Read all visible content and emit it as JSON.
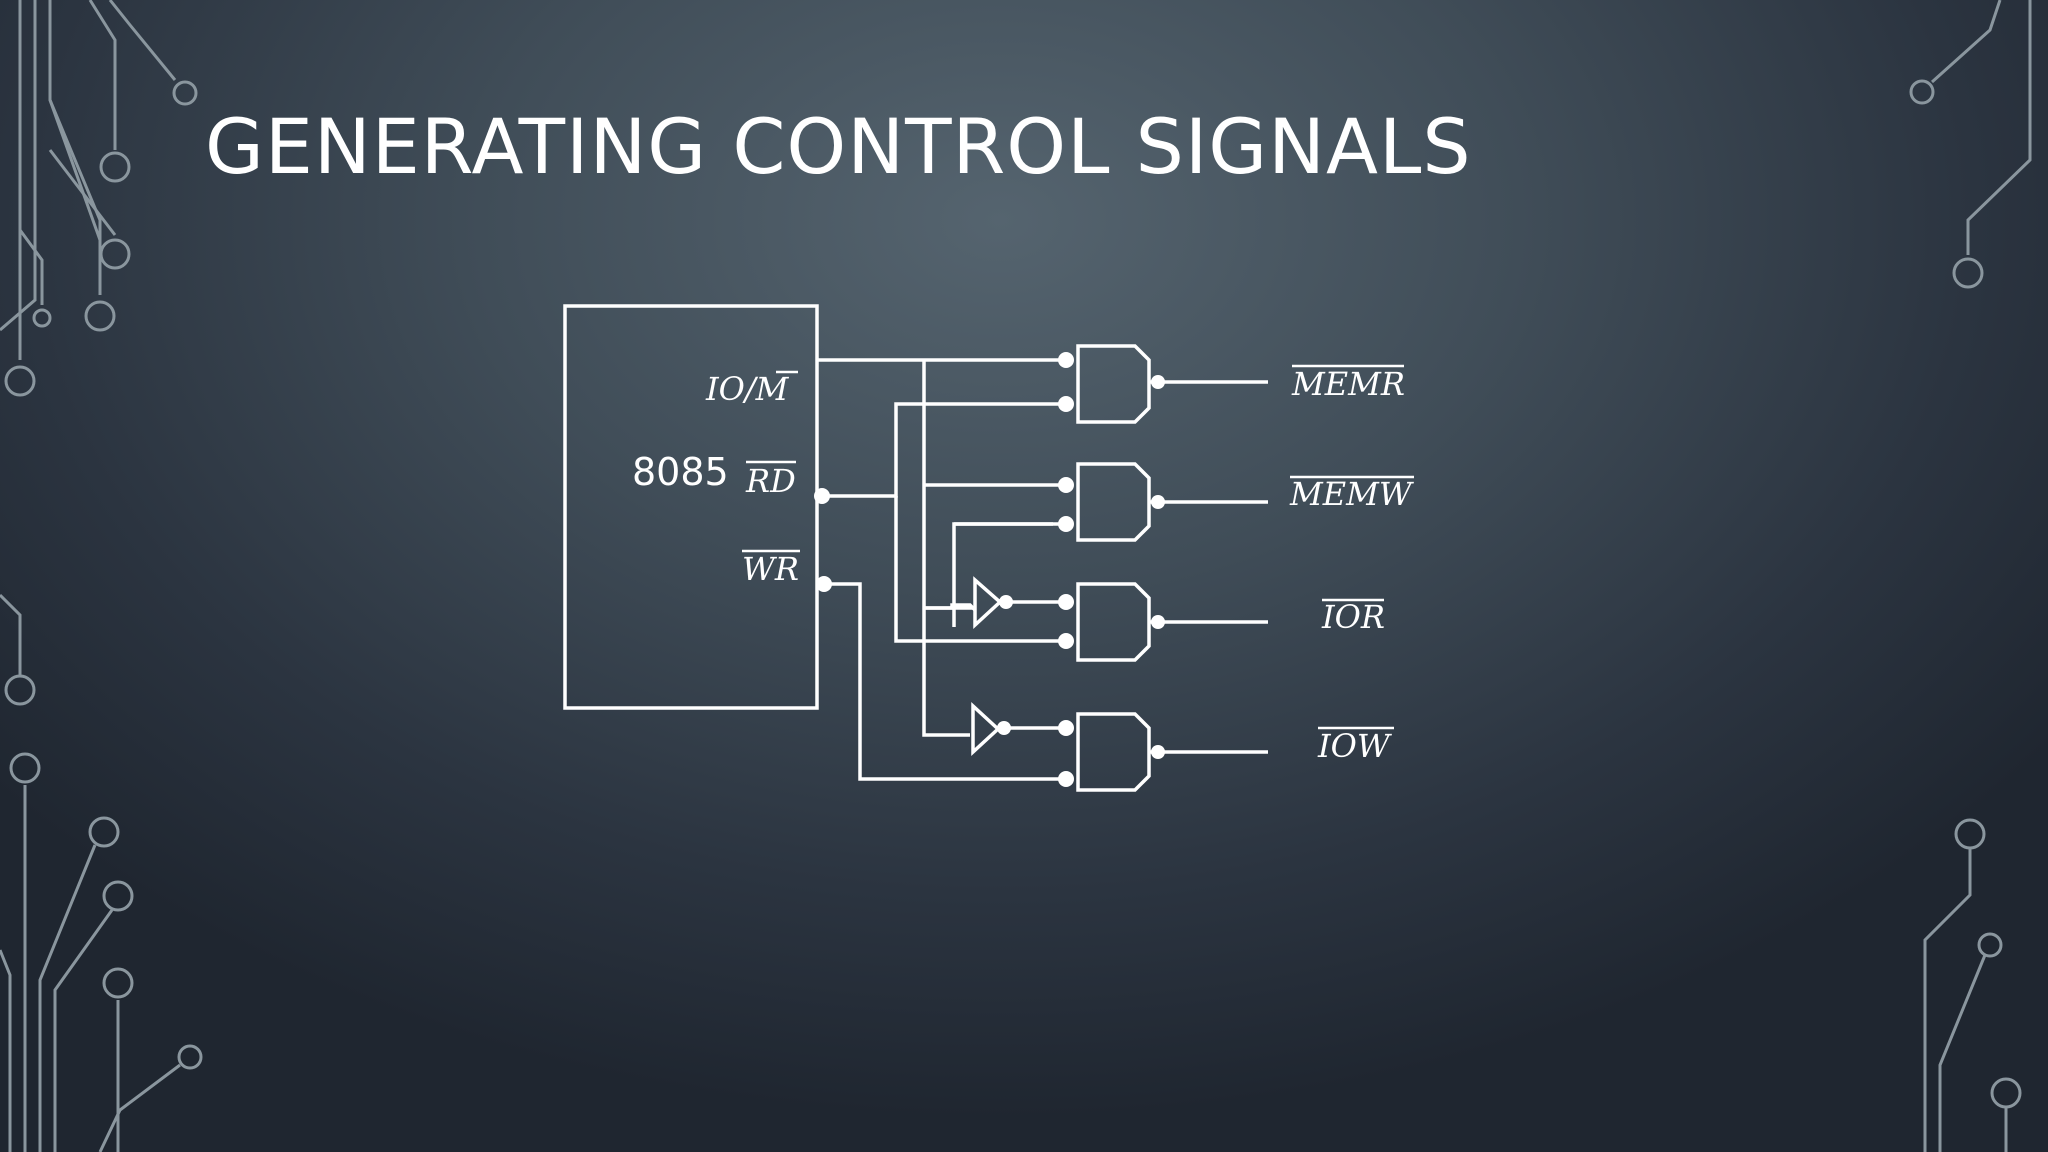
{
  "slide": {
    "title": "GENERATING CONTROL SIGNALS"
  },
  "diagram": {
    "processor_label": "8085",
    "inputs": [
      {
        "id": "io_m",
        "text": "IO/M",
        "bar": "M"
      },
      {
        "id": "rd",
        "text": "RD",
        "bar": "RD"
      },
      {
        "id": "wr",
        "text": "WR",
        "bar": "WR"
      }
    ],
    "outputs": [
      {
        "id": "memr",
        "text": "MEMR",
        "bar": "MEMR"
      },
      {
        "id": "memw",
        "text": "MEMW",
        "bar": "MEMW"
      },
      {
        "id": "ior",
        "text": "IOR",
        "bar": "IOR"
      },
      {
        "id": "iow",
        "text": "IOW",
        "bar": "IOW"
      }
    ]
  },
  "colors": {
    "line": "#ffffff",
    "decoration": "#8a969e",
    "background": "#3c4853"
  }
}
